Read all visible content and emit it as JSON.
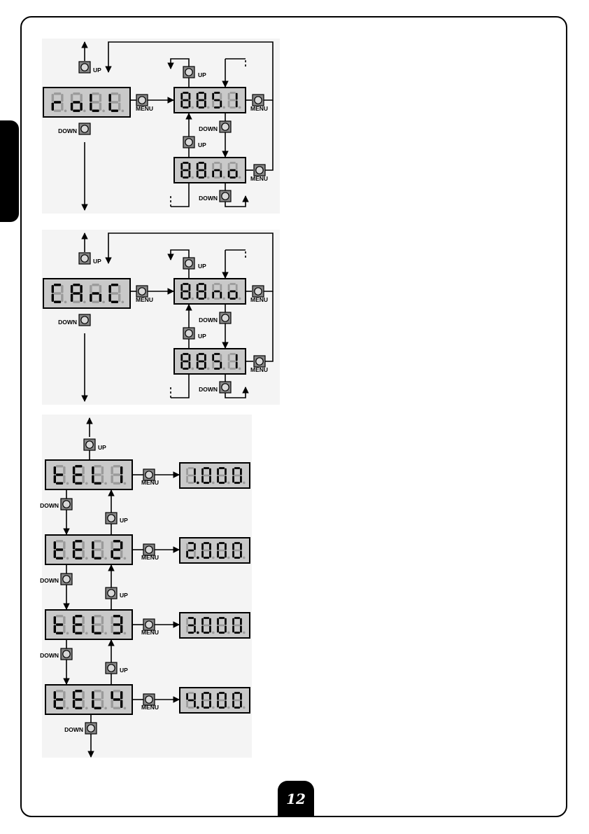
{
  "page": {
    "number": "12"
  },
  "labels": {
    "up": "UP",
    "down": "DOWN",
    "menu": "MENU"
  },
  "menus": [
    {
      "code": [
        "r",
        "o",
        "L",
        "L"
      ],
      "options": [
        {
          "code": [
            "8",
            "8",
            "S",
            "I"
          ]
        },
        {
          "code": [
            "8",
            "8",
            "n",
            "o"
          ]
        }
      ]
    },
    {
      "code": [
        "C",
        "A",
        "n",
        "C"
      ],
      "options": [
        {
          "code": [
            "8",
            "8",
            "n",
            "o"
          ]
        },
        {
          "code": [
            "8",
            "8",
            "S",
            "I"
          ]
        }
      ]
    }
  ],
  "tel": [
    {
      "code": [
        "t",
        "E",
        "L",
        "1"
      ],
      "value": [
        "1",
        "0",
        "0",
        "0"
      ]
    },
    {
      "code": [
        "t",
        "E",
        "L",
        "2"
      ],
      "value": [
        "2",
        "0",
        "0",
        "0"
      ]
    },
    {
      "code": [
        "t",
        "E",
        "L",
        "3"
      ],
      "value": [
        "3",
        "0",
        "0",
        "0"
      ]
    },
    {
      "code": [
        "t",
        "E",
        "L",
        "4"
      ],
      "value": [
        "4",
        "0",
        "0",
        "0"
      ]
    }
  ],
  "colors": {
    "display_bg": "#c9c9c9",
    "segment_on": "#000000",
    "segment_off": "#9a9a9a",
    "button_bg": "#888888",
    "panel_bg": "#f4f4f4"
  }
}
